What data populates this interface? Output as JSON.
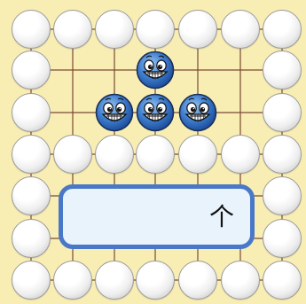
{
  "board": {
    "size": 7,
    "background_color": "#f8eeb4",
    "line_color": "#7a4a34"
  },
  "stones": {
    "white": [
      [
        0,
        0
      ],
      [
        0,
        1
      ],
      [
        0,
        2
      ],
      [
        0,
        3
      ],
      [
        0,
        4
      ],
      [
        0,
        5
      ],
      [
        0,
        6
      ],
      [
        1,
        0
      ],
      [
        1,
        6
      ],
      [
        2,
        0
      ],
      [
        2,
        6
      ],
      [
        3,
        0
      ],
      [
        3,
        1
      ],
      [
        3,
        2
      ],
      [
        3,
        3
      ],
      [
        3,
        4
      ],
      [
        3,
        5
      ],
      [
        3,
        6
      ],
      [
        4,
        0
      ],
      [
        4,
        6
      ],
      [
        5,
        0
      ],
      [
        5,
        6
      ],
      [
        6,
        0
      ],
      [
        6,
        1
      ],
      [
        6,
        2
      ],
      [
        6,
        3
      ],
      [
        6,
        4
      ],
      [
        6,
        5
      ],
      [
        6,
        6
      ]
    ],
    "black_smiley": [
      [
        1,
        3
      ],
      [
        2,
        2
      ],
      [
        2,
        3
      ],
      [
        2,
        4
      ]
    ]
  },
  "answer_box": {
    "text": "个",
    "border_color": "#4a78c8",
    "fill_color": "#e9f3fb"
  }
}
